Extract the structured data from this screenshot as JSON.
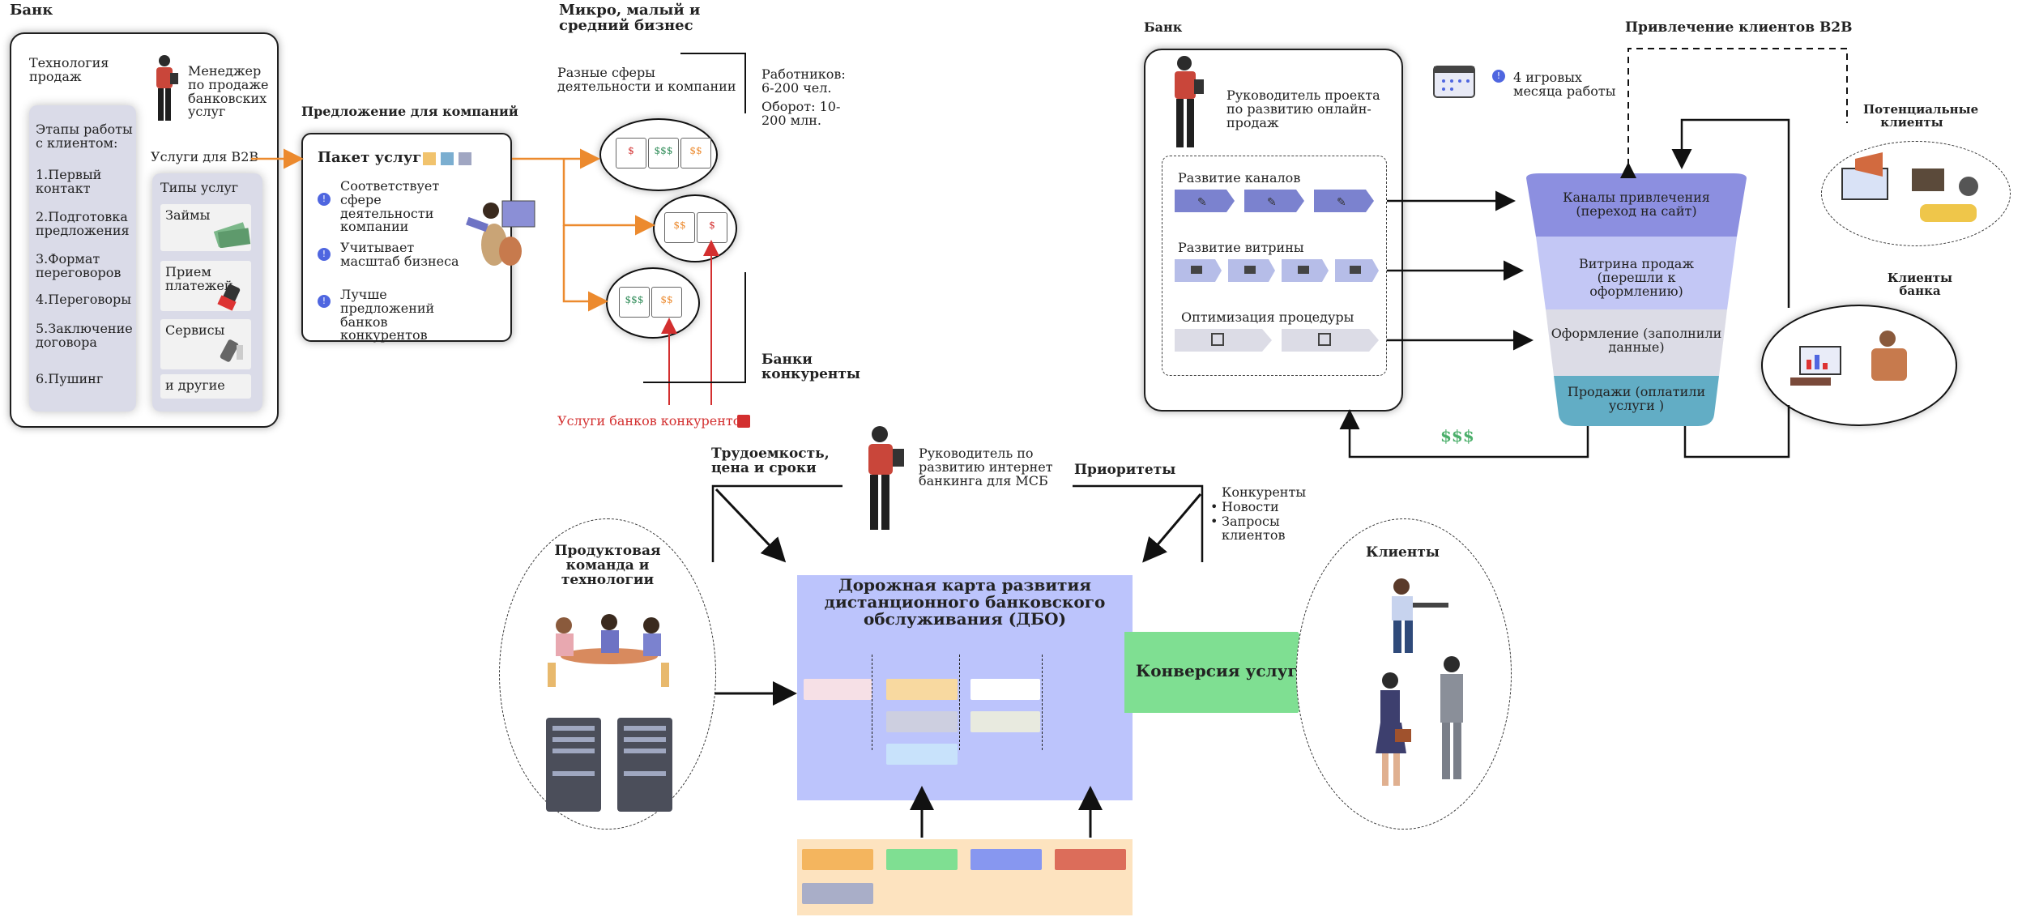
{
  "left_panel": {
    "bank_title": "Банк",
    "tech_label": "Технология продаж",
    "manager_label": "Менеджер по продаже банковских услуг",
    "stages_title": "Этапы работы с клиентом:",
    "stages": [
      "1.Первый контакт",
      "2.Подготовка предложения",
      "3.Формат переговоров",
      "4.Переговоры",
      "5.Заключение договора",
      "6.Пушинг"
    ],
    "b2b_label": "Услуги для B2B",
    "types_title": "Типы услуг",
    "types": [
      "Займы",
      "Прием платежей",
      "Сервисы",
      "и другие"
    ]
  },
  "offer": {
    "title": "Предложение для компаний",
    "package": "Пакет услуг",
    "points": [
      "Соответствует сфере деятельности компании",
      "Учитывает масштаб бизнеса",
      "Лучше предложений банков конкурентов"
    ],
    "bullet_glyph": "!"
  },
  "sme": {
    "title": "Микро, малый и средний бизнес",
    "spheres": "Разные сферы деятельности и компании",
    "workers": "Работников: 6-200 чел.",
    "turnover": "Оборот: 10-200 млн.",
    "competitors": "Банки конкуренты",
    "competitor_services": "Услуги банков конкурентов",
    "chips": {
      "e1": [
        "$",
        "$$$",
        "$$"
      ],
      "e2": [
        "$$",
        "$"
      ],
      "e3": [
        "$$$",
        "$$"
      ]
    }
  },
  "right_panel": {
    "bank_title": "Банк",
    "pm_label": "Руководитель проекта по развитию онлайн-продаж",
    "months_label": "4 игровых месяца работы",
    "b2b_title": "Привлечение клиентов B2B",
    "rows": [
      "Развитие каналов",
      "Развитие витрины",
      "Оптимизация процедуры"
    ],
    "funnel": [
      "Каналы привлечения (переход на сайт)",
      "Витрина продаж (перешли к оформлению)",
      "Оформление (заполнили данные)",
      "Продажи (оплатили услуги )"
    ],
    "potential_clients": "Потенциальные клиенты",
    "bank_clients": "Клиенты банка",
    "money": "$$$"
  },
  "bottom": {
    "labor": "Трудоемкость, цена и сроки",
    "head_label": "Руководитель по развитию интернет банкинга для МСБ",
    "priorities": "Приоритеты",
    "priority_list": [
      "Конкуренты",
      "Новости",
      "Запросы клиентов"
    ],
    "team": "Продуктовая команда и технологии",
    "roadmap": "Дорожная карта развития дистанционного банковского обслуживания (ДБО)",
    "conversion": "Конверсия услуги",
    "clients": "Клиенты"
  },
  "colors": {
    "accent_orange": "#ec8a2e",
    "accent_red": "#d32f2f",
    "funnel_top": "#8c8fe0",
    "funnel_2": "#c3c7f5",
    "funnel_3": "#dcdce6",
    "funnel_bottom": "#62adc5",
    "roadmap_bg": "#bcc4fc",
    "conversion_green": "#7fdf92",
    "money_green": "#4caf6b",
    "chevron": "#7b82cf"
  }
}
